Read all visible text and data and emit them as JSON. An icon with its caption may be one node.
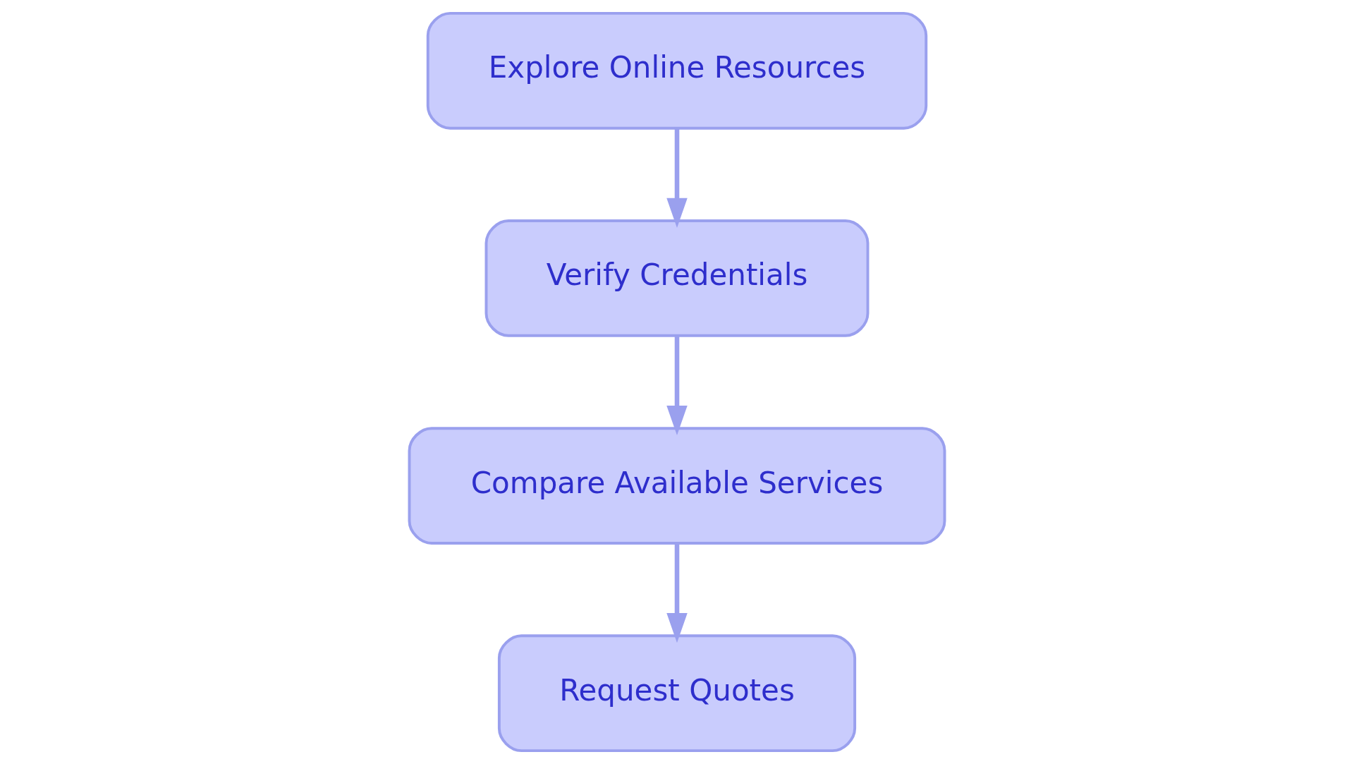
{
  "diagram": {
    "nodes": [
      {
        "text": [
          "Explore Online Resources"
        ]
      },
      {
        "text": [
          "Verify Credentials"
        ]
      },
      {
        "text": [
          "Compare Available Services"
        ]
      },
      {
        "text": [
          "Request Quotes"
        ]
      }
    ],
    "edges": [
      {
        "from": 0,
        "to": 1,
        "arrow": "to"
      },
      {
        "from": 1,
        "to": 2,
        "arrow": "to"
      },
      {
        "from": 2,
        "to": 3,
        "arrow": "to"
      }
    ]
  }
}
